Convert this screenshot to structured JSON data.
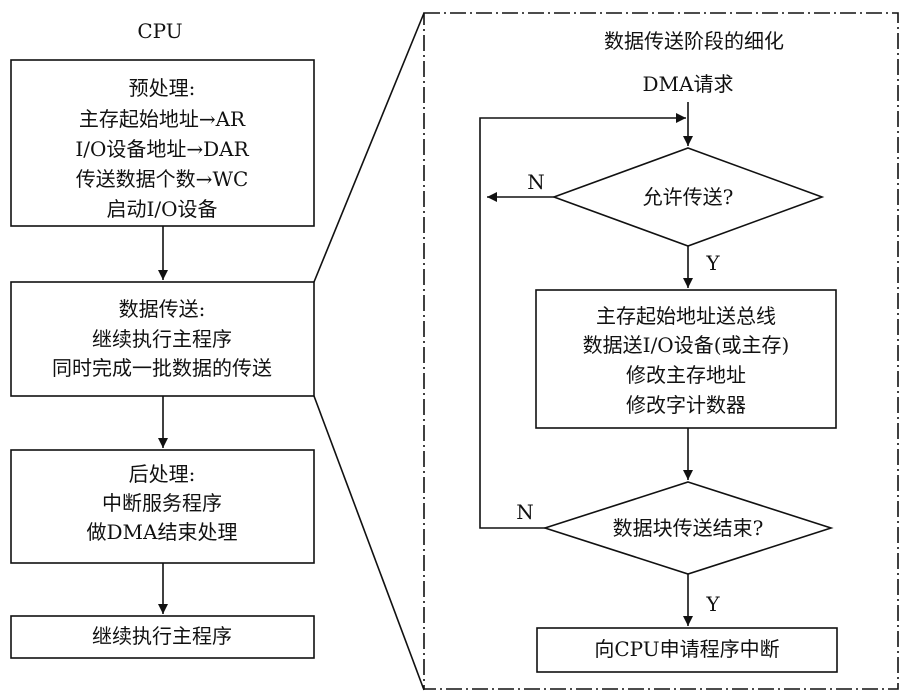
{
  "left_panel": {
    "title": "CPU",
    "preprocess": {
      "heading": "预处理:",
      "lines": [
        "主存起始地址→AR",
        "I/O设备地址→DAR",
        "传送数据个数→WC",
        "启动I/O设备"
      ]
    },
    "transfer": {
      "heading": "数据传送:",
      "lines": [
        "继续执行主程序",
        "同时完成一批数据的传送"
      ]
    },
    "postprocess": {
      "heading": "后处理:",
      "lines": [
        "中断服务程序",
        "做DMA结束处理"
      ]
    },
    "continue_label": "继续执行主程序"
  },
  "right_panel": {
    "title": "数据传送阶段的细化",
    "start_label": "DMA请求",
    "decision_allow": {
      "label": "允许传送?",
      "no": "N",
      "yes": "Y"
    },
    "process_box": {
      "lines": [
        "主存起始地址送总线",
        "数据送I/O设备(或主存)",
        "修改主存地址",
        "修改字计数器"
      ]
    },
    "decision_done": {
      "label": "数据块传送结束?",
      "no": "N",
      "yes": "Y"
    },
    "end_label": "向CPU申请程序中断"
  }
}
